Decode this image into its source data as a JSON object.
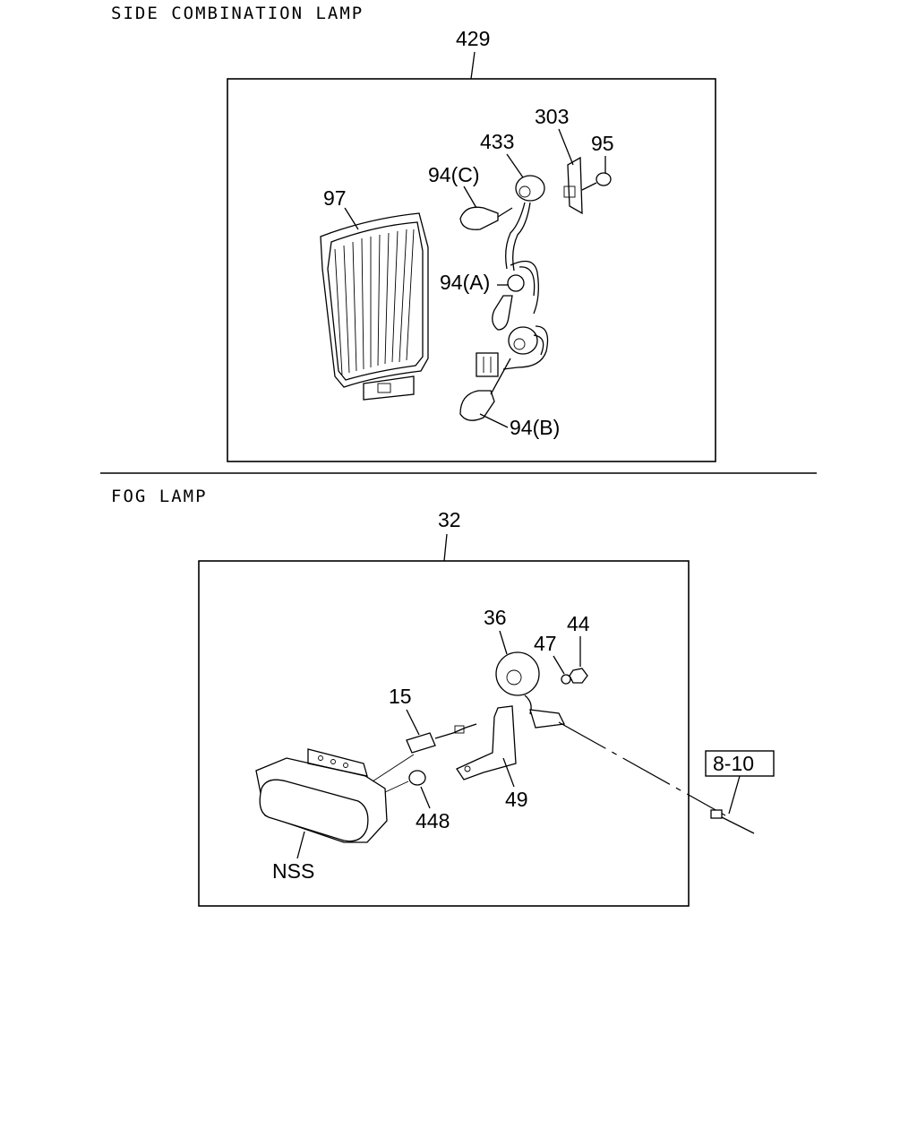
{
  "sections": [
    {
      "title": "SIDE COMBINATION LAMP",
      "assembly_label": "429",
      "parts": [
        "97",
        "94(C)",
        "433",
        "303",
        "95",
        "94(A)",
        "94(B)"
      ]
    },
    {
      "title": "FOG LAMP",
      "assembly_label": "32",
      "parts": [
        "36",
        "47",
        "44",
        "15",
        "448",
        "49",
        "NSS"
      ],
      "reference_box": "8-10"
    }
  ]
}
